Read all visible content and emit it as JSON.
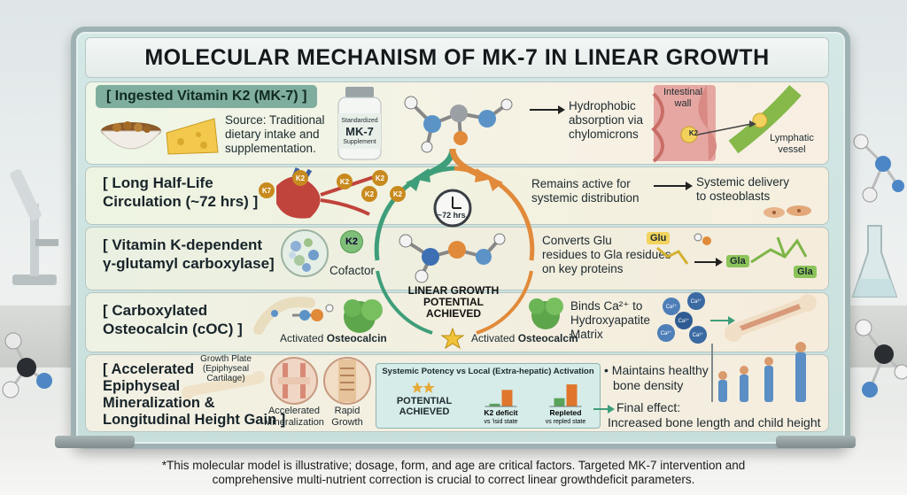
{
  "title": "MOLECULAR MECHANISM OF MK-7 IN LINEAR GROWTH",
  "row1": {
    "header": "[ Ingested Vitamin K2 (MK-7) ]",
    "source": [
      "Source: Traditional",
      "dietary intake and",
      "supplementation."
    ],
    "bottle": [
      "Standardized",
      "MK-7",
      "Supplement"
    ],
    "absorption": [
      "Hydrophobic",
      "absorption via",
      "chylomicrons"
    ],
    "intestinal_wall": [
      "Intestinal",
      "wall"
    ],
    "lymphatic": [
      "Lymphatic",
      "vessel"
    ],
    "molecule_label": "K2"
  },
  "row2": {
    "header": [
      "[ Long Half-Life",
      "Circulation (~72 hrs) ]"
    ],
    "k2_tokens": [
      "K7",
      "K2",
      "K2",
      "K2",
      "K2",
      "K2"
    ],
    "clock": "~72 hrs.",
    "systemic": [
      "Remains active for",
      "systemic distribution"
    ],
    "delivery": [
      "Systemic delivery",
      "to osteoblasts"
    ]
  },
  "row3": {
    "header": [
      "[ Vitamin K-dependent",
      "γ-glutamyl carboxylase]"
    ],
    "cofactor_badge": "K2",
    "cofactor": "Cofactor",
    "converts": [
      "Converts Glu",
      "residues to Gla residues",
      "on key proteins"
    ],
    "glu": "Glu",
    "gla": [
      "Gla",
      "Gla"
    ]
  },
  "center": {
    "caption": [
      "LINEAR GROWTH",
      "POTENTIAL",
      "ACHIEVED"
    ]
  },
  "row4": {
    "header": [
      "[ Carboxylated",
      "Osteocalcin (cOC) ]"
    ],
    "activated_left_prefix": "Activated ",
    "activated_left_bold": "Osteocalcin",
    "activated_center_prefix": "Activated ",
    "activated_center_bold": "Osteocalcin",
    "binds": [
      "Binds Ca²⁺ to",
      "Hydroxyapatite",
      "Matrix"
    ],
    "ca_ions": [
      "Ca²⁺",
      "Ca²⁺",
      "Ca²⁺",
      "Ca²⁺",
      "Ca²⁺"
    ]
  },
  "row5": {
    "header": [
      "[ Accelerated",
      "Epiphyseal",
      "Mineralization &",
      "Longitudinal Height Gain ]"
    ],
    "growth_plate": [
      "Growth Plate",
      "(Epiphyseal",
      "Cartilage)"
    ],
    "accelerated": [
      "Accelerated",
      "Mineralization"
    ],
    "rapid": [
      "Rapid",
      "Growth"
    ],
    "chart_title": "Systemic Potency vs Local (Extra-hepatic) Activation",
    "potential": [
      "POTENTIAL",
      "ACHIEVED"
    ],
    "maintains": [
      "• Maintains healthy",
      "bone density"
    ],
    "final": [
      "Final effect:",
      "Increased bone length and child height"
    ]
  },
  "chart_data": {
    "type": "bar",
    "title": "Systemic Potency vs Local (Extra-hepatic) Activation",
    "categories": [
      "K2 deficit",
      "Repleted"
    ],
    "category_sublabels": [
      "vs 'isid state",
      "vs repled state"
    ],
    "series": [
      {
        "values": [
          1,
          3
        ]
      },
      {
        "values": [
          6,
          8
        ]
      }
    ],
    "colors": [
      "#5aa35a",
      "#e0762c"
    ],
    "ylim": [
      0,
      9
    ]
  },
  "footer": [
    "*This molecular model is illustrative; dosage, form, and age are critical factors. Targeted MK-7 intervention and",
    "comprehensive multi-nutrient correction is crucial to correct linear growthdeficit parameters."
  ],
  "colors": {
    "green_arrow": "#3f9e7a",
    "orange_arrow": "#e08a3a",
    "header_green": "#7fae9e",
    "k2_gold": "#c88a1e"
  }
}
